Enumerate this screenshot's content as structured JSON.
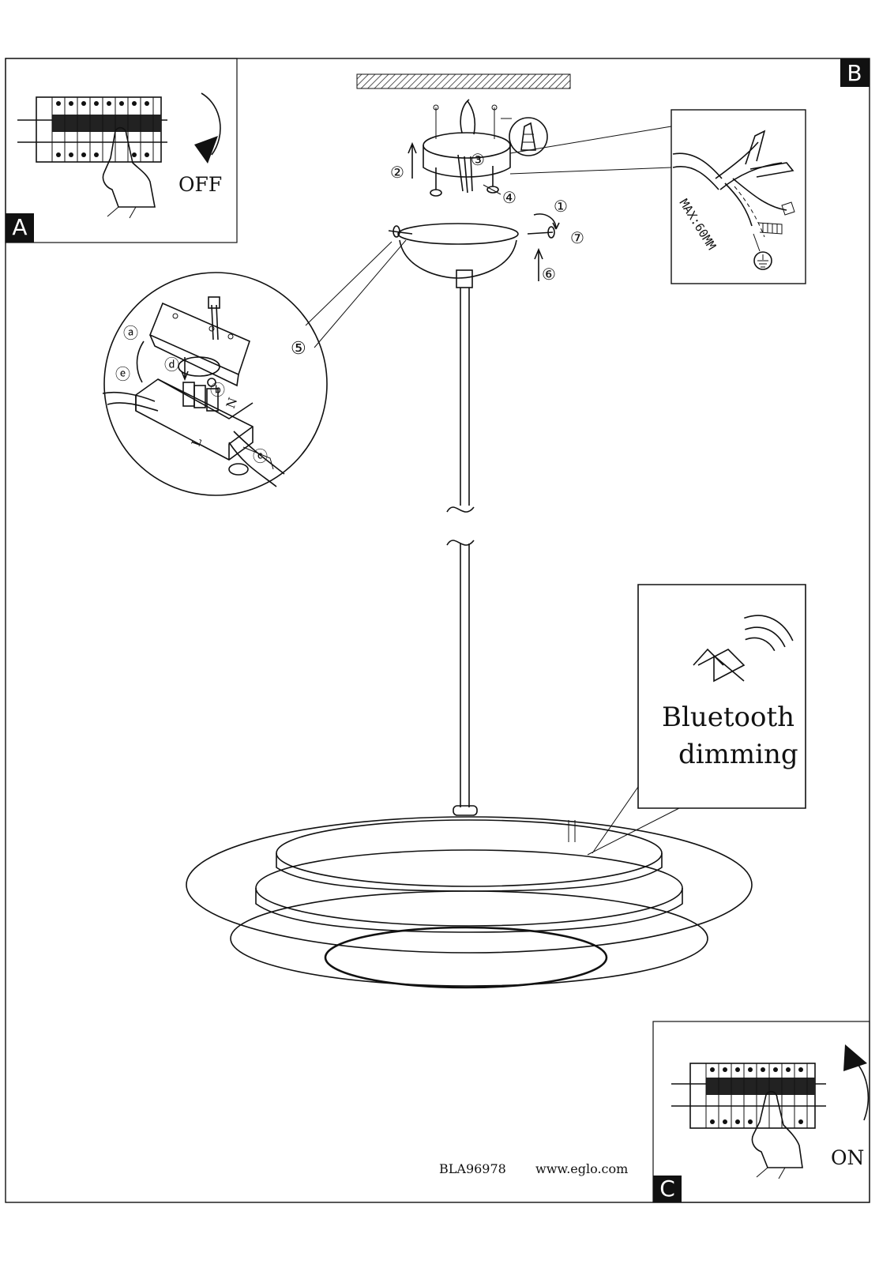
{
  "page": {
    "footer_code": "BLA96978",
    "footer_url": "www.eglo.com"
  },
  "panels": {
    "a": {
      "label": "A",
      "state": "OFF"
    },
    "b": {
      "label": "B"
    },
    "c": {
      "label": "C",
      "state": "ON"
    }
  },
  "steps": [
    "①",
    "②",
    "③",
    "④",
    "⑤",
    "⑥",
    "⑦"
  ],
  "connector_steps": [
    "ⓐ",
    "ⓑ",
    "ⓒ",
    "ⓓ",
    "ⓔ"
  ],
  "terminal_marks": {
    "neutral": "N",
    "live": "L"
  },
  "wire_note": "MAX:60MM",
  "bluetooth": {
    "line1": "Bluetooth",
    "line2": "dimming",
    "icon": "bluetooth-icon"
  },
  "icons": {
    "ground": "earth-ground-icon",
    "wall_plug": "wall-plug-icon",
    "pliers": "wire-stripper-icon",
    "breaker_off": "circuit-breaker-off-icon",
    "breaker_on": "circuit-breaker-on-icon"
  }
}
